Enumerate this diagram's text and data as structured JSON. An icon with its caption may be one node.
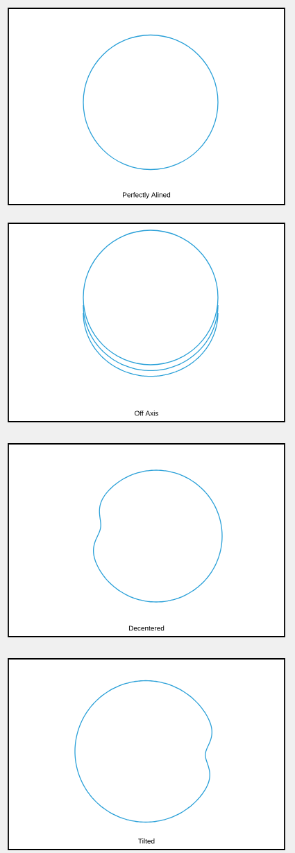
{
  "diagram": {
    "nodes": [
      {
        "text": [
          "Perfectly Alined"
        ]
      },
      {
        "text": [
          "Off Axis"
        ]
      },
      {
        "text": [
          "Decentered"
        ]
      },
      {
        "text": [
          "Tilted"
        ]
      }
    ]
  }
}
